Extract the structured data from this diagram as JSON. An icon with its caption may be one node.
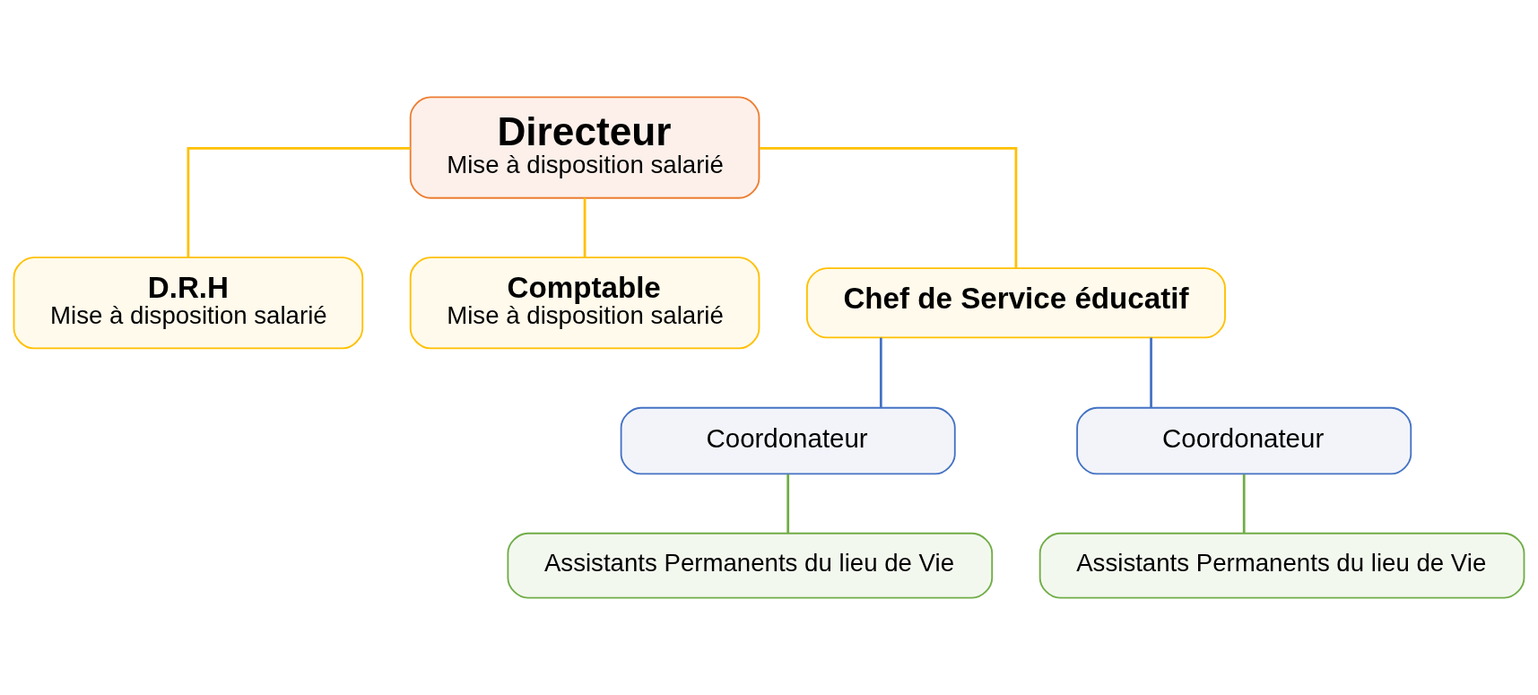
{
  "diagram": {
    "nodes": [
      {
        "text": [
          "Directeur",
          "Mise à disposition salarié"
        ]
      },
      {
        "text": [
          "D.R.H",
          "Mise à disposition salarié"
        ]
      },
      {
        "text": [
          "Comptable",
          "Mise à disposition salarié"
        ]
      },
      {
        "text": [
          "Chef de Service éducatif"
        ]
      },
      {
        "text": [
          "Coordonateur"
        ]
      },
      {
        "text": [
          "Coordonateur"
        ]
      },
      {
        "text": [
          "Assistants Permanents du lieu de Vie"
        ]
      },
      {
        "text": [
          "Assistants Permanents du lieu de Vie"
        ]
      }
    ],
    "edges": [
      {
        "from": 0,
        "to": 1,
        "arrow": "none",
        "color": "#ffc000"
      },
      {
        "from": 0,
        "to": 2,
        "arrow": "none",
        "color": "#ffc000"
      },
      {
        "from": 0,
        "to": 3,
        "arrow": "none",
        "color": "#ffc000"
      },
      {
        "from": 3,
        "to": 4,
        "arrow": "none",
        "color": "#4472c4"
      },
      {
        "from": 3,
        "to": 5,
        "arrow": "none",
        "color": "#4472c4"
      },
      {
        "from": 4,
        "to": 6,
        "arrow": "none",
        "color": "#70ad47"
      },
      {
        "from": 5,
        "to": 7,
        "arrow": "none",
        "color": "#70ad47"
      }
    ]
  }
}
